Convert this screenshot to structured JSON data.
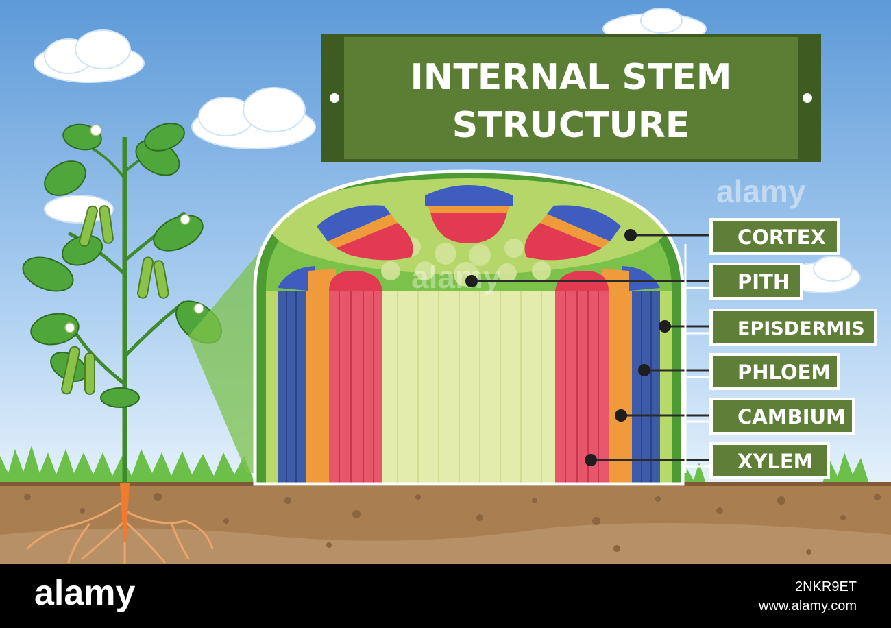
{
  "title": {
    "line1": "INTERNAL STEM",
    "line2": "STRUCTURE"
  },
  "labels": [
    {
      "id": "cortex",
      "text": "CORTEX"
    },
    {
      "id": "pith",
      "text": "PITH"
    },
    {
      "id": "episdermis",
      "text": "EPISDERMIS"
    },
    {
      "id": "phloem",
      "text": "PHLOEM"
    },
    {
      "id": "cambium",
      "text": "CAMBIUM"
    },
    {
      "id": "xylem",
      "text": "XYLEM"
    }
  ],
  "watermark": "alamy",
  "footer": {
    "brand": "alamy",
    "image_id": "2NKR9ET",
    "url": "www.alamy.com"
  },
  "colors": {
    "sky": "#6fa8de",
    "board_green": "#5b7d34",
    "label_green": "#5f7f38",
    "stem_green": "#6cbf3e",
    "pith": "#e3ecad",
    "xylem": "#e8566b",
    "cambium": "#ef9a3b",
    "phloem": "#3d5ba8",
    "soil": "#a97f51"
  }
}
